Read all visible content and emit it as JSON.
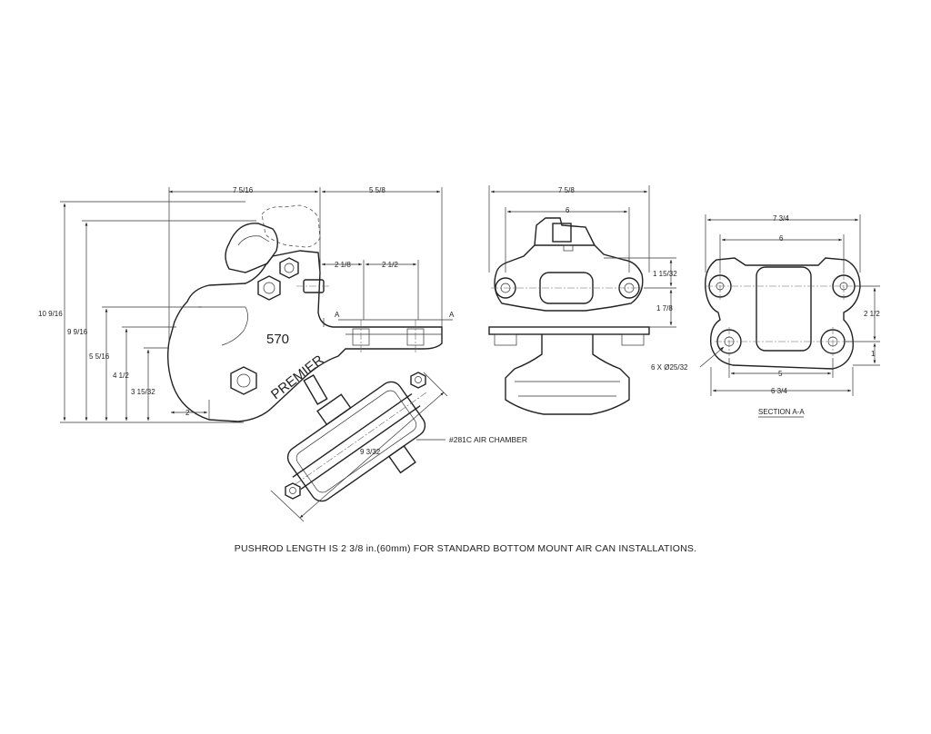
{
  "side_view": {
    "dims": {
      "top_left": "7 5/16",
      "top_right": "5 5/8",
      "v_overall": "10 9/16",
      "v_second": "9 9/16",
      "v_third": "5 5/16",
      "v_fourth": "4 1/2",
      "v_fifth": "3 15/32",
      "h_bottom": "2",
      "pin_a": "2 1/8",
      "pin_b": "2 1/2",
      "chamber": "9 3/32"
    },
    "section_mark_left": "A",
    "section_mark_right": "A",
    "model_number": "570",
    "brand": "PREMIER",
    "callout_air_chamber": "#281C AIR CHAMBER"
  },
  "front_view": {
    "dims": {
      "overall_width": "7 5/8",
      "hole_spacing": "6",
      "v_upper": "1 15/32",
      "v_lower": "1 7/8"
    }
  },
  "section_view": {
    "dims": {
      "overall_width": "7 3/4",
      "hole_spacing_top": "6",
      "right_upper": "2 1/2",
      "right_lower": "1",
      "holes": "6 X Ø25/32",
      "hole_spacing_bottom": "5",
      "bottom_width": "6 3/4"
    },
    "title": "SECTION A-A"
  },
  "note": "PUSHROD LENGTH IS 2 3/8 in.(60mm) FOR STANDARD BOTTOM MOUNT AIR CAN INSTALLATIONS."
}
